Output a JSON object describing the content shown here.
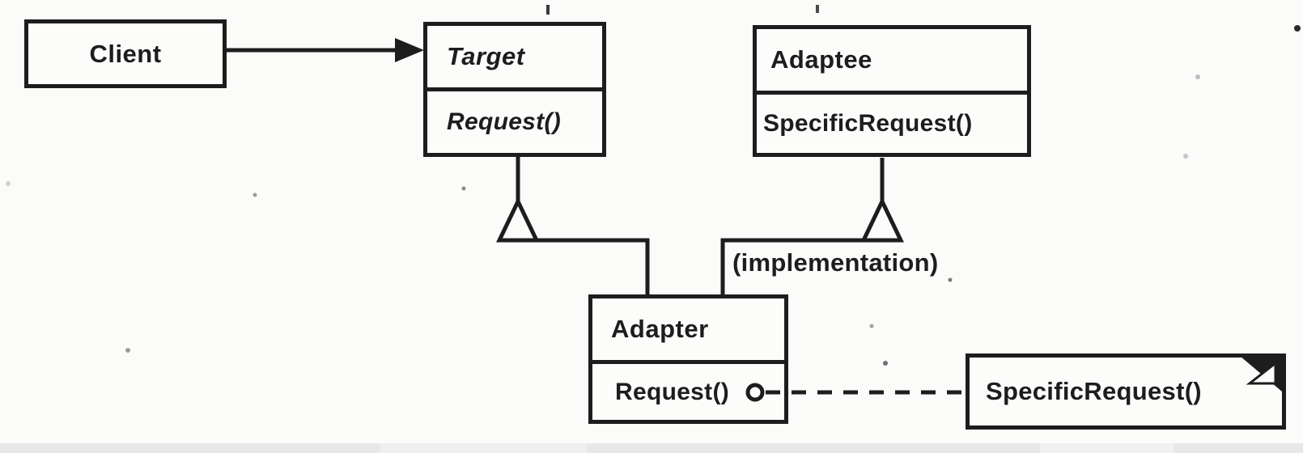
{
  "diagram": {
    "type": "uml-class-diagram",
    "classes": {
      "client": {
        "name": "Client"
      },
      "target": {
        "name": "Target",
        "method": "Request()",
        "abstract": true
      },
      "adaptee": {
        "name": "Adaptee",
        "method": "SpecificRequest()"
      },
      "adapter": {
        "name": "Adapter",
        "method": "Request()"
      }
    },
    "note": {
      "text": "SpecificRequest()"
    },
    "edge_label": "(implementation)",
    "relations": [
      {
        "from": "Client",
        "to": "Target",
        "type": "association-arrow"
      },
      {
        "from": "Adapter",
        "to": "Target",
        "type": "inheritance"
      },
      {
        "from": "Adapter",
        "to": "Adaptee",
        "type": "inheritance",
        "label": "(implementation)"
      },
      {
        "from": "Adapter.Request()",
        "to": "SpecificRequest() note",
        "type": "dashed-pseudocode-link"
      }
    ],
    "colors": {
      "ink": "#1d1d1d",
      "paper": "#fbfbfa",
      "footer_strip": "#e7e8e7"
    }
  }
}
